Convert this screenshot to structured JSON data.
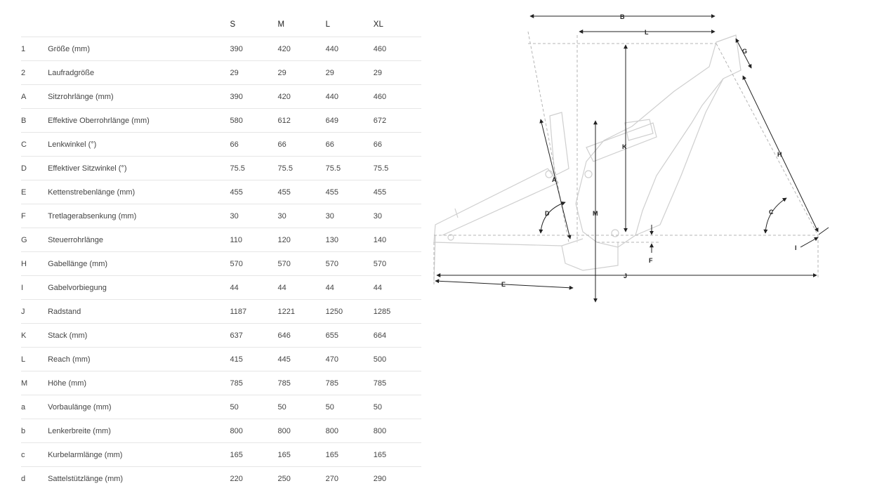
{
  "table": {
    "sizes": [
      "S",
      "M",
      "L",
      "XL"
    ],
    "rows": [
      {
        "key": "1",
        "name": "Größe (mm)",
        "values": [
          "390",
          "420",
          "440",
          "460"
        ]
      },
      {
        "key": "2",
        "name": "Laufradgröße",
        "values": [
          "29",
          "29",
          "29",
          "29"
        ]
      },
      {
        "key": "A",
        "name": "Sitzrohrlänge (mm)",
        "values": [
          "390",
          "420",
          "440",
          "460"
        ]
      },
      {
        "key": "B",
        "name": "Effektive Oberrohrlänge (mm)",
        "values": [
          "580",
          "612",
          "649",
          "672"
        ]
      },
      {
        "key": "C",
        "name": "Lenkwinkel (°)",
        "values": [
          "66",
          "66",
          "66",
          "66"
        ]
      },
      {
        "key": "D",
        "name": "Effektiver Sitzwinkel (°)",
        "values": [
          "75.5",
          "75.5",
          "75.5",
          "75.5"
        ]
      },
      {
        "key": "E",
        "name": "Kettenstrebenlänge (mm)",
        "values": [
          "455",
          "455",
          "455",
          "455"
        ]
      },
      {
        "key": "F",
        "name": "Tretlagerabsenkung (mm)",
        "values": [
          "30",
          "30",
          "30",
          "30"
        ]
      },
      {
        "key": "G",
        "name": "Steuerrohrlänge",
        "values": [
          "110",
          "120",
          "130",
          "140"
        ]
      },
      {
        "key": "H",
        "name": "Gabellänge (mm)",
        "values": [
          "570",
          "570",
          "570",
          "570"
        ]
      },
      {
        "key": "I",
        "name": "Gabelvorbiegung",
        "values": [
          "44",
          "44",
          "44",
          "44"
        ]
      },
      {
        "key": "J",
        "name": "Radstand",
        "values": [
          "1187",
          "1221",
          "1250",
          "1285"
        ]
      },
      {
        "key": "K",
        "name": "Stack (mm)",
        "values": [
          "637",
          "646",
          "655",
          "664"
        ]
      },
      {
        "key": "L",
        "name": "Reach (mm)",
        "values": [
          "415",
          "445",
          "470",
          "500"
        ]
      },
      {
        "key": "M",
        "name": "Höhe (mm)",
        "values": [
          "785",
          "785",
          "785",
          "785"
        ]
      },
      {
        "key": "a",
        "name": "Vorbaulänge (mm)",
        "values": [
          "50",
          "50",
          "50",
          "50"
        ]
      },
      {
        "key": "b",
        "name": "Lenkerbreite (mm)",
        "values": [
          "800",
          "800",
          "800",
          "800"
        ]
      },
      {
        "key": "c",
        "name": "Kurbelarmlänge (mm)",
        "values": [
          "165",
          "165",
          "165",
          "165"
        ]
      },
      {
        "key": "d",
        "name": "Sattelstützlänge (mm)",
        "values": [
          "220",
          "250",
          "270",
          "290"
        ]
      }
    ]
  },
  "diagram": {
    "labels": {
      "A": "A",
      "B": "B",
      "C": "C",
      "D": "D",
      "E": "E",
      "F": "F",
      "G": "G",
      "H": "H",
      "I": "I",
      "J": "J",
      "K": "K",
      "L": "L",
      "M": "M"
    },
    "colors": {
      "frame": "#cfcfcf",
      "dimension": "#222222",
      "guide": "#b5b5b5"
    }
  }
}
